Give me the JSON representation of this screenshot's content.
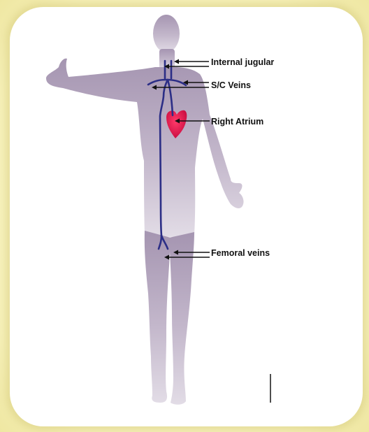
{
  "labels": {
    "internal_jugular": "Internal jugular",
    "sc_veins": "S/C Veins",
    "right_atrium": "Right Atrium",
    "femoral_veins": "Femoral veins"
  },
  "icons": {
    "body": "human-silhouette-icon",
    "heart": "heart-icon"
  },
  "colors": {
    "background": "#fbf7c9",
    "card": "#ffffff",
    "body_top": "#a595b1",
    "body_bottom": "#ddd6e1",
    "vein": "#2c2e86",
    "heart": "#d6083f",
    "arrow": "#111111"
  }
}
